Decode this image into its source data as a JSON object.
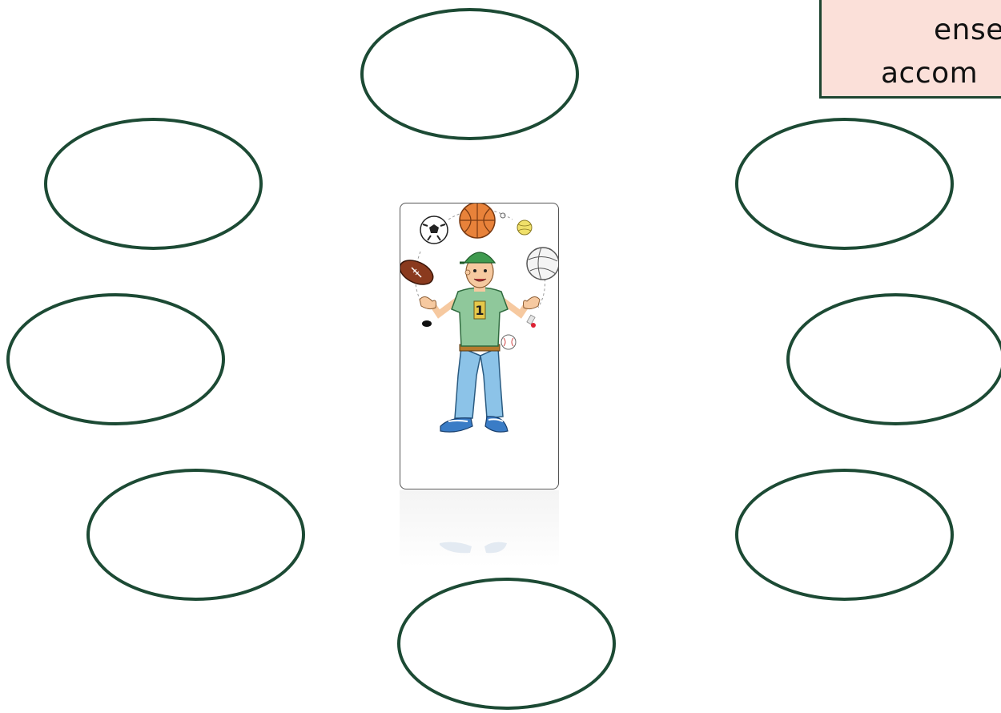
{
  "note": {
    "line1": "ense",
    "line2": "accom"
  },
  "ovals": [
    {
      "id": "top"
    },
    {
      "id": "upper-left"
    },
    {
      "id": "middle-left"
    },
    {
      "id": "lower-left"
    },
    {
      "id": "upper-right"
    },
    {
      "id": "middle-right"
    },
    {
      "id": "lower-right"
    },
    {
      "id": "bottom"
    }
  ],
  "illustration": {
    "icon": "juggling-sports-balls-boy-icon",
    "shirt_number": "1"
  },
  "colors": {
    "oval_border": "#1c4a34",
    "note_background": "#fbe0d9",
    "note_border": "#1f4530"
  }
}
